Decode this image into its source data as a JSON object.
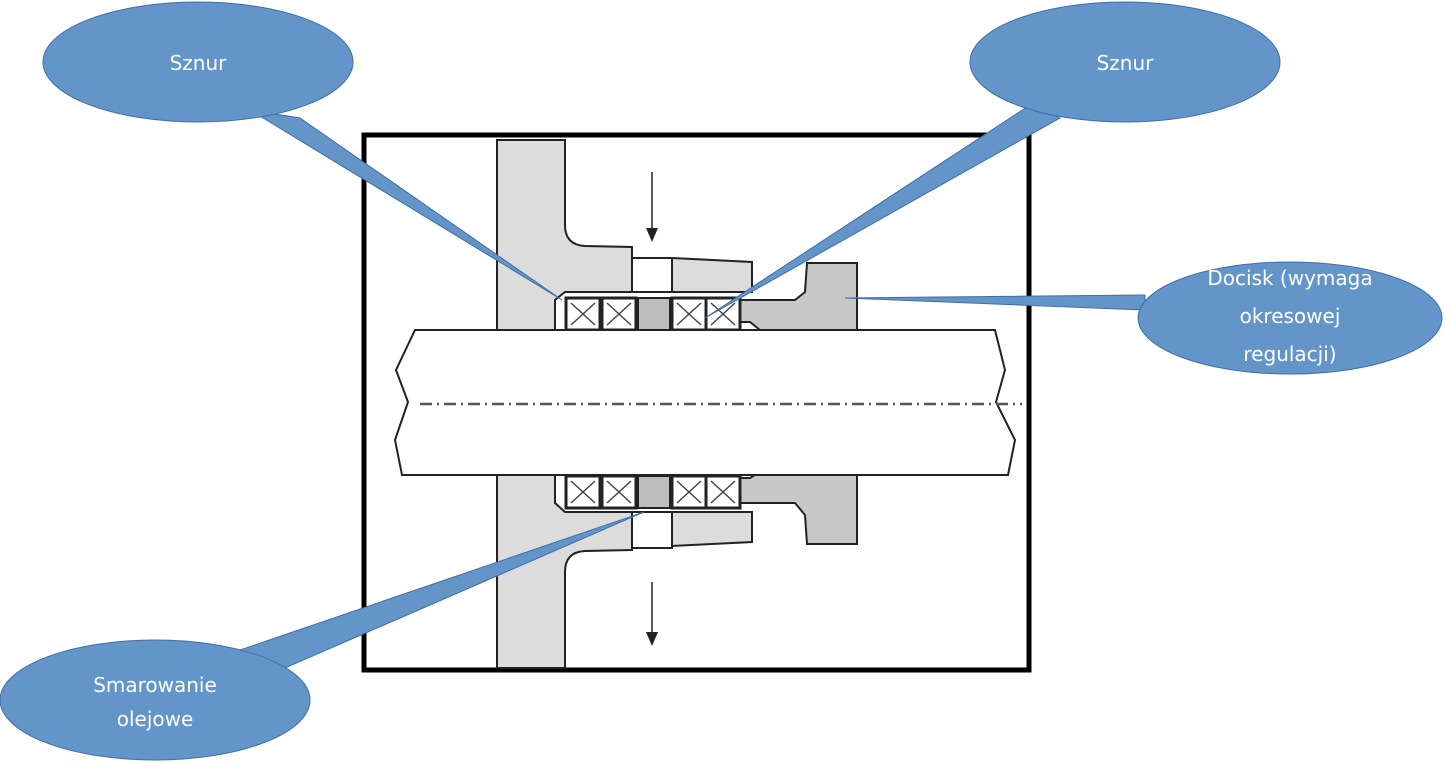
{
  "title": "Packing gland (stuffing box) seal cross-section",
  "colors": {
    "callout_fill": "#6395c9",
    "callout_stroke": "#3f6fa6",
    "part_fill": "#dcdcdc",
    "gland_fill": "#c8c8c8",
    "line": "#222222",
    "frame": "#000000"
  },
  "callouts": [
    {
      "id": "packing-left",
      "lines": [
        "Sznur"
      ]
    },
    {
      "id": "packing-right",
      "lines": [
        "Sznur"
      ]
    },
    {
      "id": "gland",
      "lines": [
        "Docisk (wymaga",
        "okresowej",
        "regulacji)"
      ]
    },
    {
      "id": "lubrication",
      "lines": [
        "Smarowanie",
        "olejowe"
      ]
    }
  ]
}
